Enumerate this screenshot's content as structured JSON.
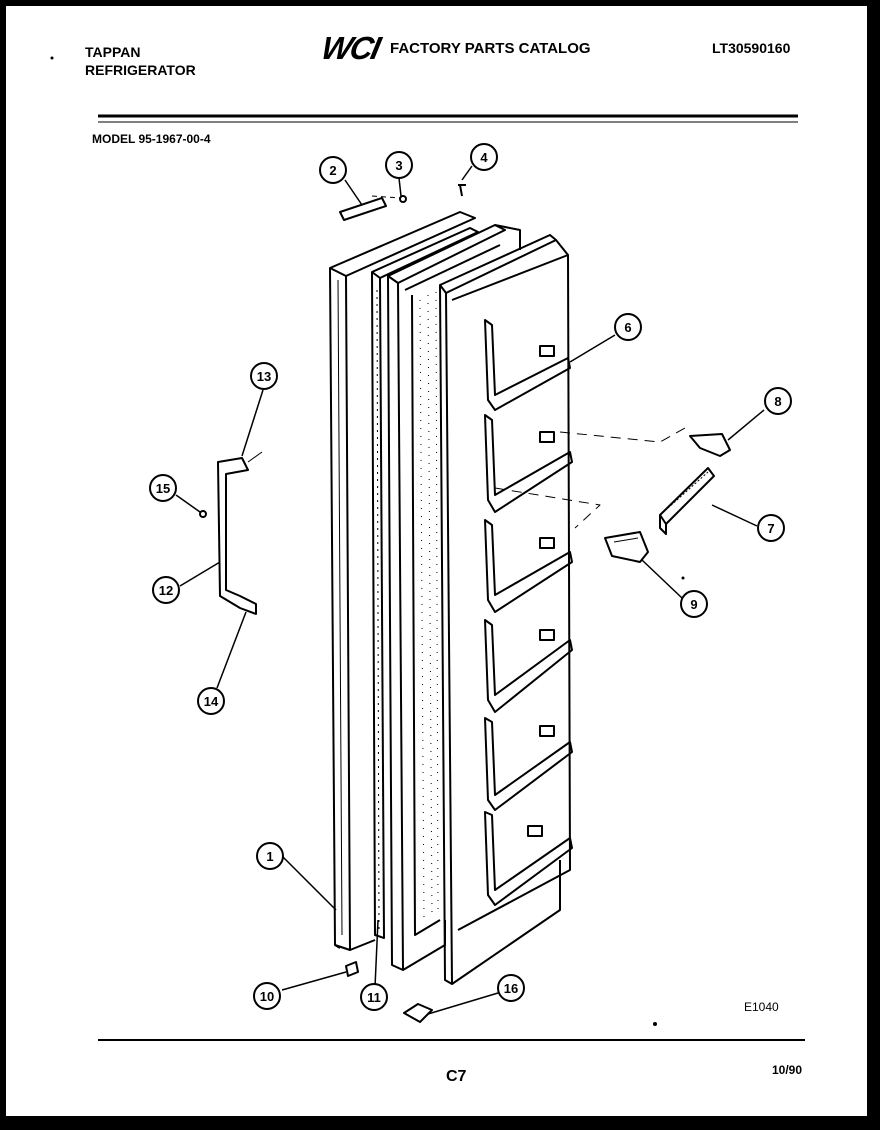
{
  "header": {
    "brand_line1": "TAPPAN",
    "brand_line2": "REFRIGERATOR",
    "logo_text": "WCI",
    "catalog_title": "FACTORY PARTS CATALOG",
    "catalog_number": "LT30590160"
  },
  "model": "MODEL 95-1967-00-4",
  "diagram": {
    "figure_code": "E1040",
    "callouts": [
      "1",
      "2",
      "3",
      "4",
      "6",
      "7",
      "8",
      "9",
      "10",
      "11",
      "12",
      "13",
      "14",
      "15",
      "16"
    ]
  },
  "footer": {
    "page_code": "C7",
    "date": "10/90"
  }
}
